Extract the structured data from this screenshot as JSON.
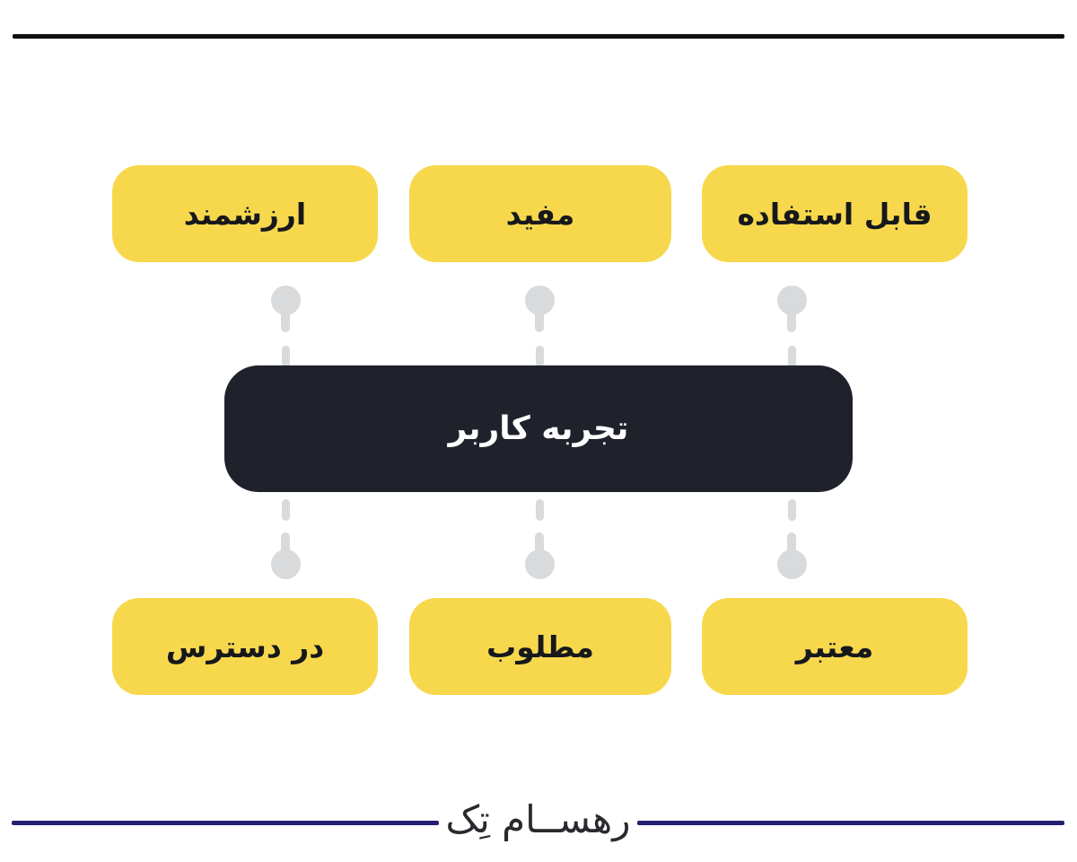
{
  "colors": {
    "yellow": "#F7D84D",
    "dark": "#1F222B",
    "pin": "#D9DADC",
    "navy": "#232070",
    "rule": "#101010",
    "ink": "#17181C",
    "center-ink": "#FFFFFF",
    "logo-ink": "#2A2A2E"
  },
  "diagram": {
    "center": {
      "label": "تجربه کاربر"
    },
    "top_nodes": [
      {
        "label": "ارزشمند"
      },
      {
        "label": "مفید"
      },
      {
        "label": "قابل استفاده"
      }
    ],
    "bottom_nodes": [
      {
        "label": "در دسترس"
      },
      {
        "label": "مطلوب"
      },
      {
        "label": "معتبر"
      }
    ]
  },
  "footer": {
    "brand": "رهســام تِک"
  }
}
